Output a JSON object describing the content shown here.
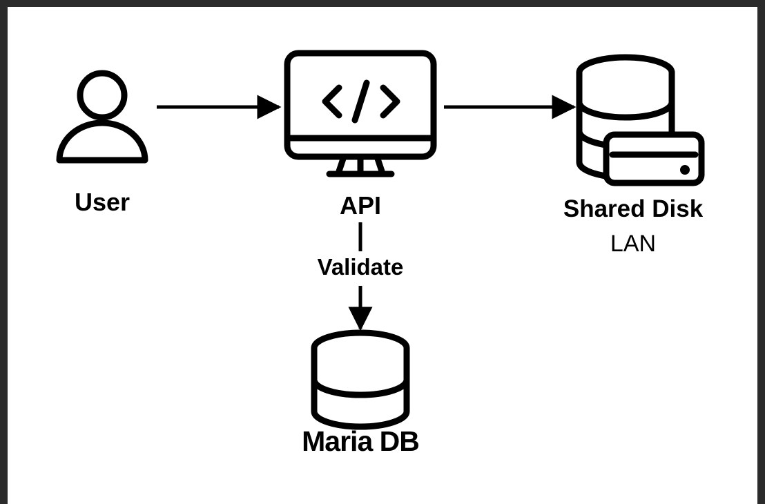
{
  "nodes": {
    "user": {
      "label": "User",
      "icon": "user-icon"
    },
    "api": {
      "label": "API",
      "icon": "computer-code-icon"
    },
    "shared_disk": {
      "label": "Shared Disk",
      "sublabel": "LAN",
      "icon": "database-disk-icon"
    },
    "mariadb": {
      "label": "Maria DB",
      "icon": "database-icon"
    }
  },
  "edges": {
    "user_api": {
      "from": "User",
      "to": "API"
    },
    "api_disk": {
      "from": "API",
      "to": "Shared Disk"
    },
    "api_db": {
      "from": "API",
      "to": "Maria DB",
      "label": "Validate"
    }
  },
  "colors": {
    "stroke": "#000000",
    "background": "#ffffff",
    "frame": "#2b2b2b"
  }
}
